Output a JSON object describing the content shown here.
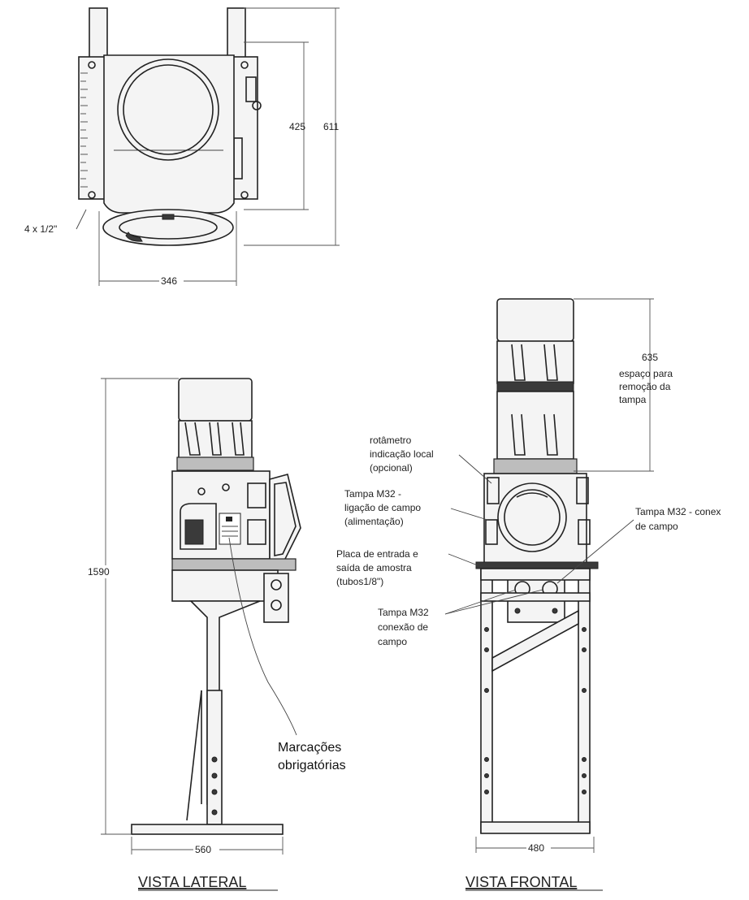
{
  "top_view": {
    "dim_height_inner": "425",
    "dim_height_outer": "611",
    "dim_width": "346",
    "bolt_label": "4 x 1/2\""
  },
  "side_view": {
    "dim_height": "1590",
    "dim_width": "560",
    "markings_label_line1": "Marcações",
    "markings_label_line2": "obrigatórias",
    "title": "VISTA LATERAL"
  },
  "front_view": {
    "dim_clearance": "635",
    "clearance_text_line1": "espaço para",
    "clearance_text_line2": "remoção da",
    "clearance_text_line3": "tampa",
    "rotameter_line1": "rotâmetro",
    "rotameter_line2": "indicação local",
    "rotameter_line3": "(opcional)",
    "cap_power_line1": "Tampa M32 -",
    "cap_power_line2": "ligação de campo",
    "cap_power_line3": "(alimentação)",
    "cap_right_line1": "Tampa M32 - conex",
    "cap_right_line2": "de campo",
    "sample_plate_line1": "Placa de entrada e",
    "sample_plate_line2": "saída de amostra",
    "sample_plate_line3": "(tubos1/8\")",
    "cap_conn_line1": "Tampa M32",
    "cap_conn_line2": "conexão de",
    "cap_conn_line3": "campo",
    "dim_width": "480",
    "title": "VISTA FRONTAL"
  }
}
